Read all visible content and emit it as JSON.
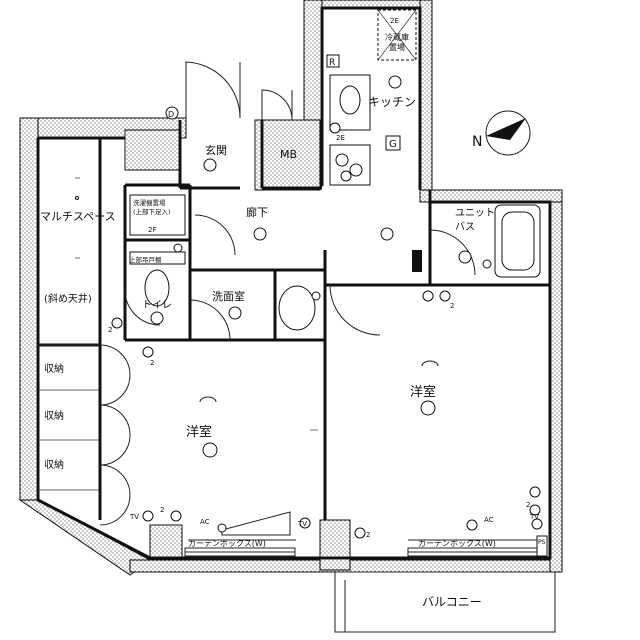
{
  "rooms": {
    "kitchen": "キッチン",
    "entrance": "玄関",
    "mb": "MB",
    "hallway": "廊下",
    "multi_space": "マルチスペース",
    "multi_space_note": "(斜め天井)",
    "unit_bath_line1": "ユニット",
    "unit_bath_line2": "バス",
    "washroom": "洗面室",
    "toilet": "トイレ",
    "western_room": "洋室",
    "balcony": "バルコニー"
  },
  "storage": [
    "収納",
    "収納",
    "収納"
  ],
  "fixtures": {
    "fridge_line1": "冷蔵庫",
    "fridge_line2": "置場",
    "washer_line1": "洗濯機置場",
    "washer_line2": "(上部下足入)",
    "toilet_shelf": "上部吊戸棚",
    "curtain_box_left": "カーテンボックス(W)",
    "curtain_box_right": "カーテンボックス(W)"
  },
  "symbols": {
    "r_box": "R",
    "g_box": "G",
    "d_mark": "D",
    "tv": "TV",
    "ac": "AC",
    "two": "2",
    "two_e": "2E",
    "two_f": "2F",
    "ps": "PS",
    "north": "N"
  }
}
